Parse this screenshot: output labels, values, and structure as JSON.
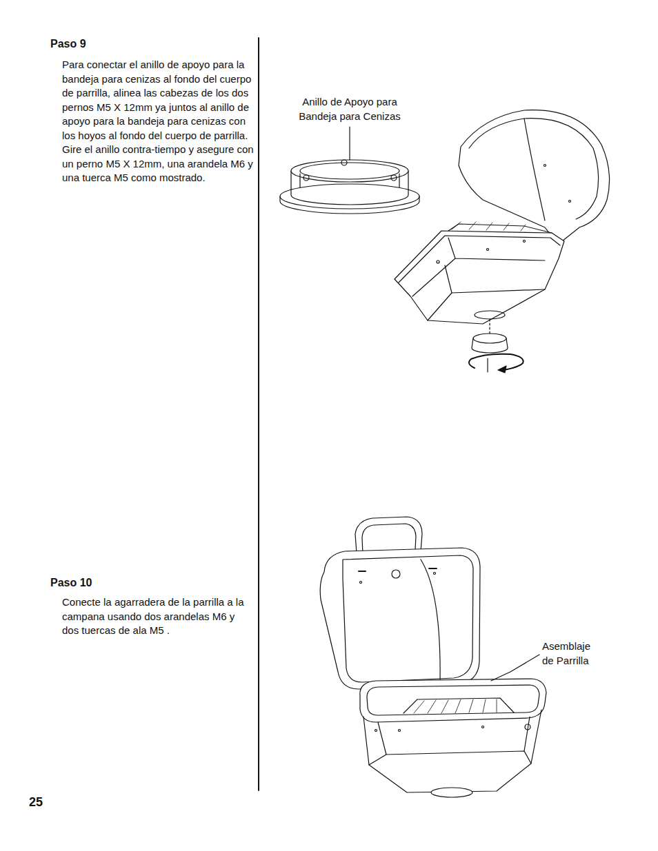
{
  "diagram": {
    "labels": [
      "Paso 9",
      "Para conectar el anillo de apoyo para la bandeja para cenizas al fondo del cuerpo de parrilla, alinea las cabezas de los dos pernos M5 X 12mm ya juntos al anillo de apoyo para la bandeja para cenizas con los hoyos al fondo del cuerpo de parrilla. Gire el anillo contra-tiempo y asegure con un perno M5 X 12mm, una arandela M6 y una tuerca M5 como mostrado.",
      "Anillo de Apoyo para Bandeja para Cenizas",
      "Paso 10",
      "Conecte la agarradera de la parrilla a la campana usando dos arandelas M6 y dos tuercas de ala M5 .",
      "Asemblaje de Parrilla",
      "25"
    ]
  }
}
